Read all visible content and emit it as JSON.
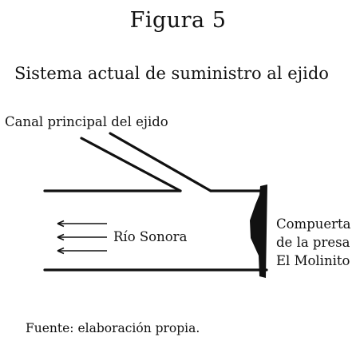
{
  "figure": {
    "title": "Figura 5",
    "subtitle": "Sistema actual de suministro al ejido"
  },
  "labels": {
    "canal": "Canal principal del ejido",
    "river": "Río Sonora",
    "gate": [
      "Compuerta",
      "de la presa",
      "El Molinito"
    ]
  },
  "source": "Fuente: elaboración propia.",
  "flow_direction": "left",
  "colors": {
    "ink": "#111111",
    "background": "#ffffff"
  }
}
